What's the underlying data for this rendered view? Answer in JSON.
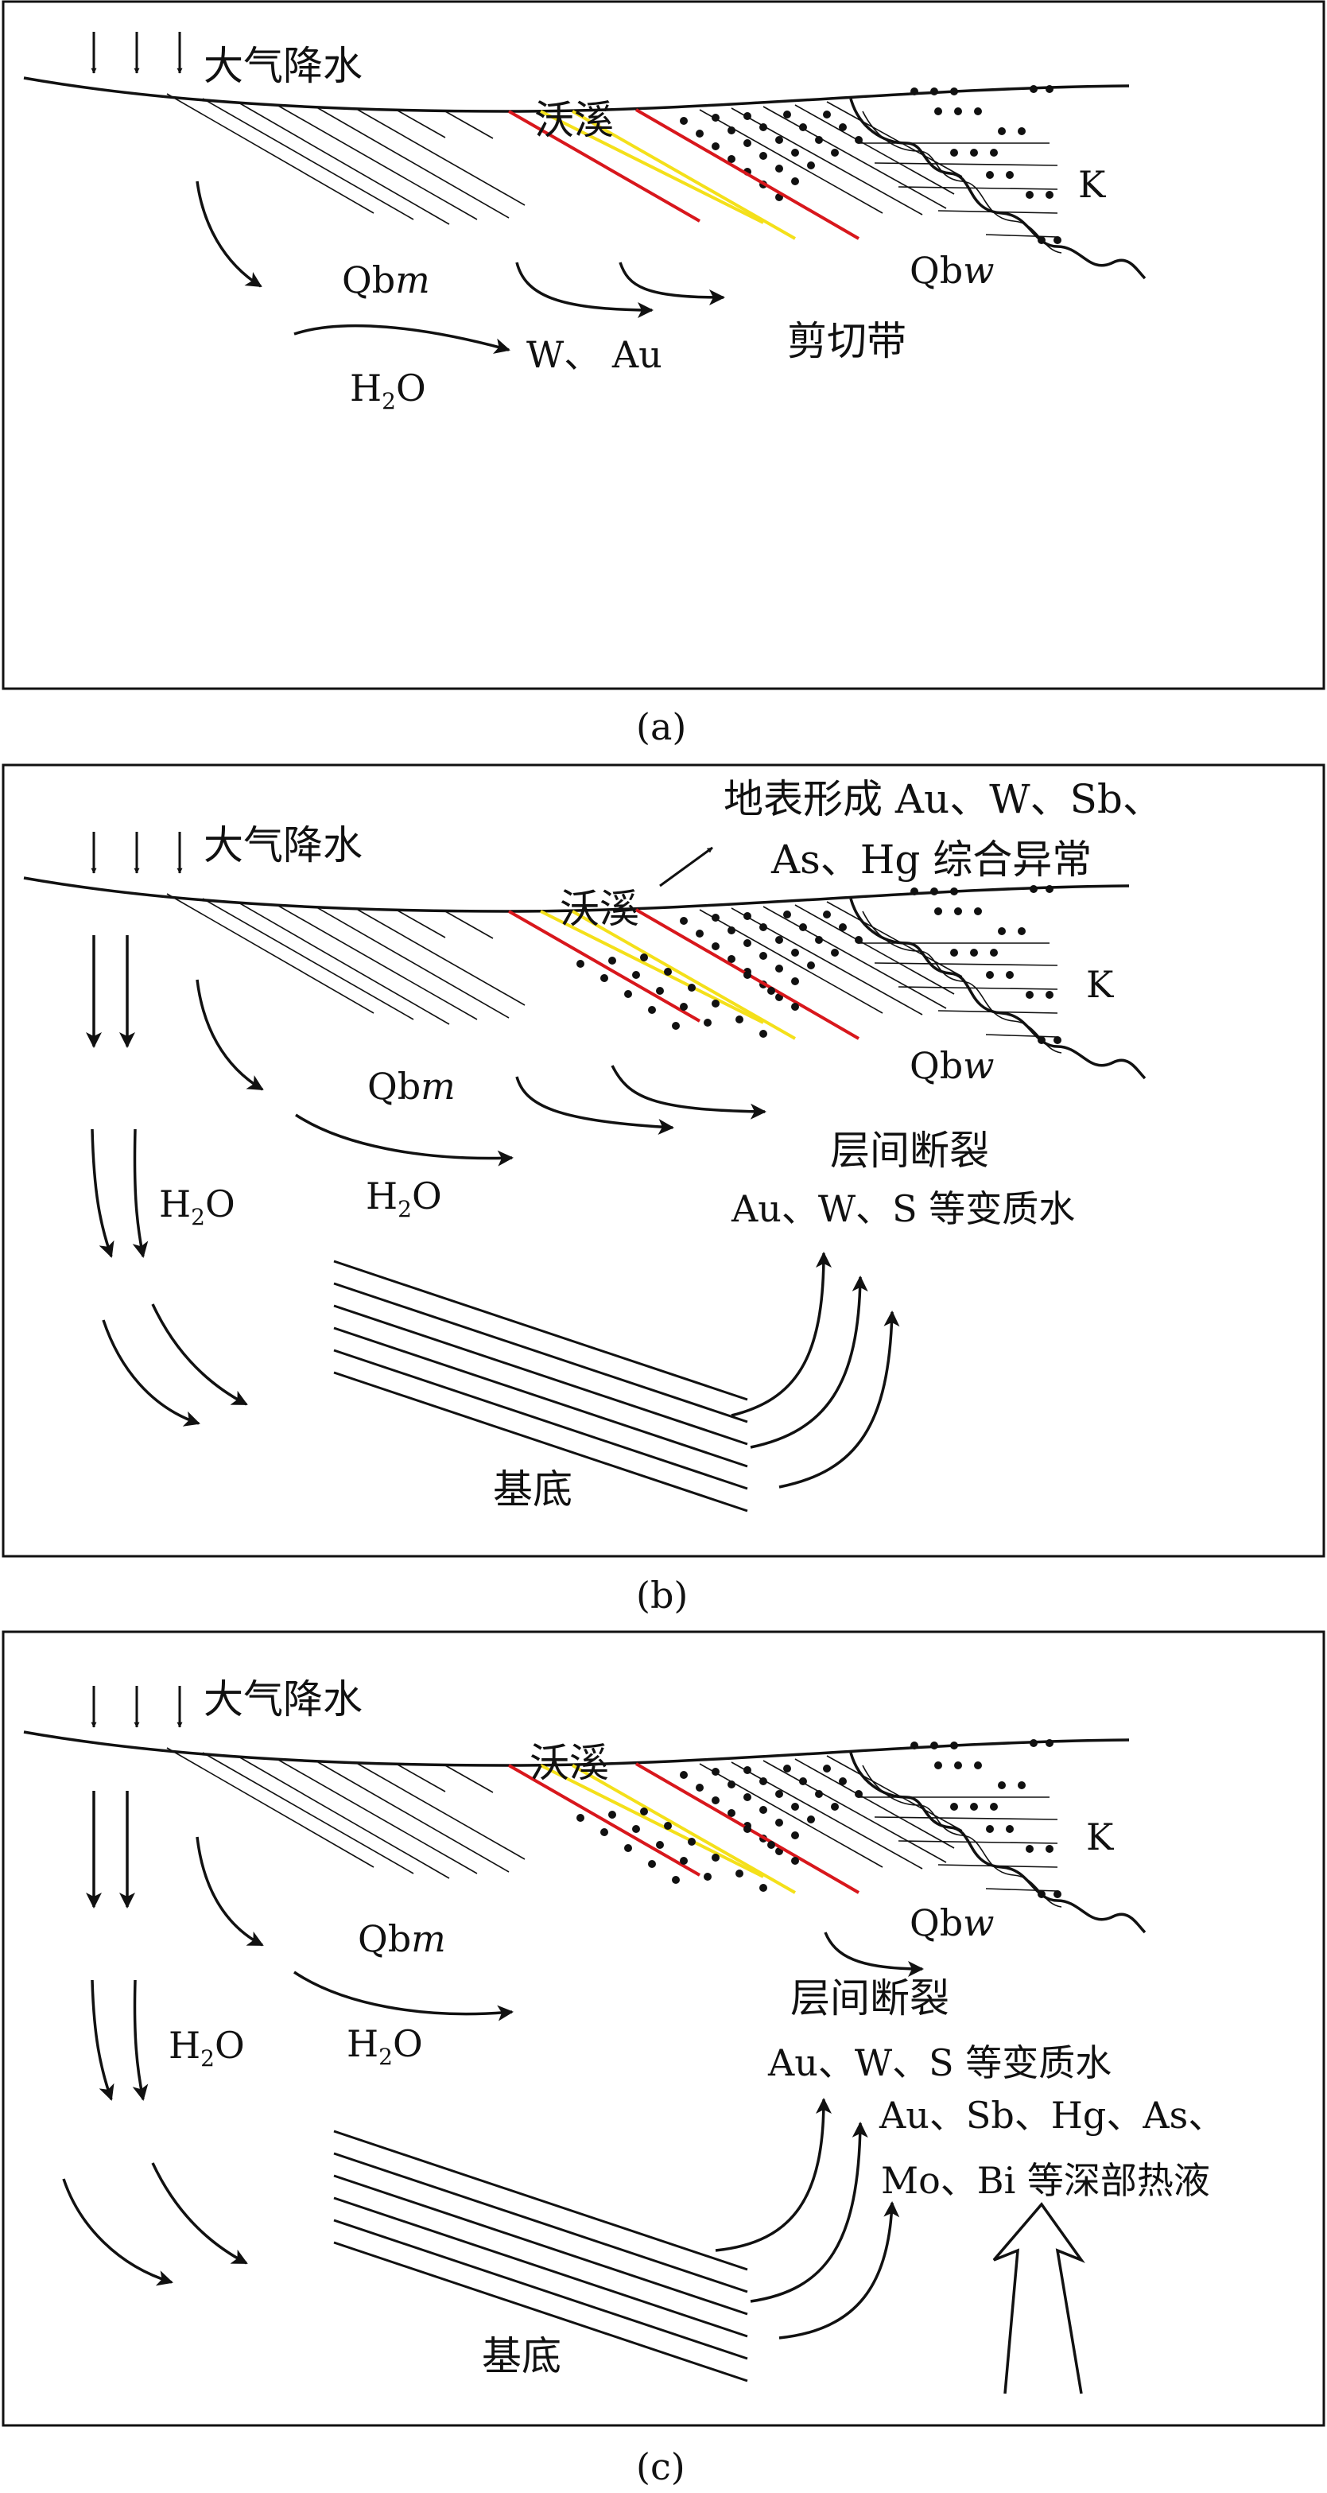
{
  "colors": {
    "shear_red": "#d8171c",
    "shear_yellow": "#f4e01a",
    "ink": "#111111"
  },
  "panel_a": {
    "rain": "大气降水",
    "place": "沃溪",
    "unit_k": "K",
    "qbm_main": "Qb",
    "qbm_sub": "m",
    "qbw_main": "Qb",
    "qbw_sub": "w",
    "h2o_h": "H",
    "h2o_2": "2",
    "h2o_o": "O",
    "elements": "W、 Au",
    "shear_zone": "剪切带",
    "caption": "(a)"
  },
  "panel_b": {
    "rain": "大气降水",
    "place": "沃溪",
    "anomaly_line1": "地表形成 Au、W、Sb、",
    "anomaly_line2": "As、Hg 综合异常",
    "unit_k": "K",
    "qbm_main": "Qb",
    "qbm_sub": "m",
    "qbw_main": "Qb",
    "qbw_sub": "w",
    "h2o_h": "H",
    "h2o_2": "2",
    "h2o_o": "O",
    "fault": "层间断裂",
    "meta_water": "Au、W、S 等变质水",
    "basement": "基底",
    "caption": "(b)"
  },
  "panel_c": {
    "rain": "大气降水",
    "place": "沃溪",
    "unit_k": "K",
    "qbm_main": "Qb",
    "qbm_sub": "m",
    "qbw_main": "Qb",
    "qbw_sub": "w",
    "h2o_h": "H",
    "h2o_2": "2",
    "h2o_o": "O",
    "fault": "层间断裂",
    "meta_water": "Au、W、S 等变质水",
    "deep_line1": "Au、Sb、Hg、As、",
    "deep_line2": "Mo、Bi 等深部热液",
    "basement": "基底",
    "caption": "(c)"
  }
}
